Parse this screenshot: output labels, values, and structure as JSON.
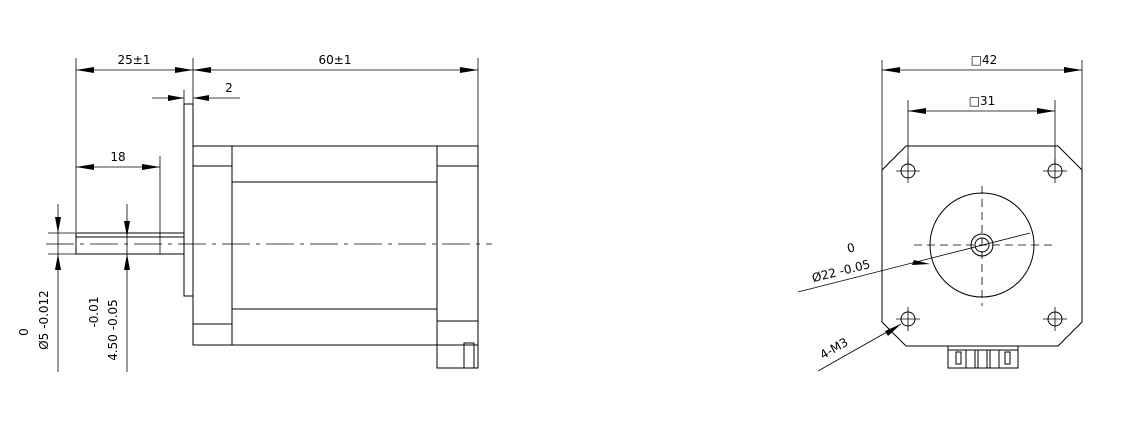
{
  "side_view": {
    "dim_flange_shaft": "25±1",
    "dim_body_length": "60±1",
    "dim_flange_thickness": "2",
    "dim_flat_length": "18",
    "shaft_tol_upper": "0",
    "shaft_tol_lower": "Ø5 -0.012",
    "flat_tol_upper": "-0.01",
    "flat_tol_lower": "4.50 -0.05"
  },
  "front_view": {
    "dim_body_square": "□42",
    "dim_hole_spacing": "□31",
    "pilot_tol_upper": "0",
    "pilot_tol_lower": "Ø22 -0.05",
    "thread_callout": "4-M3"
  }
}
